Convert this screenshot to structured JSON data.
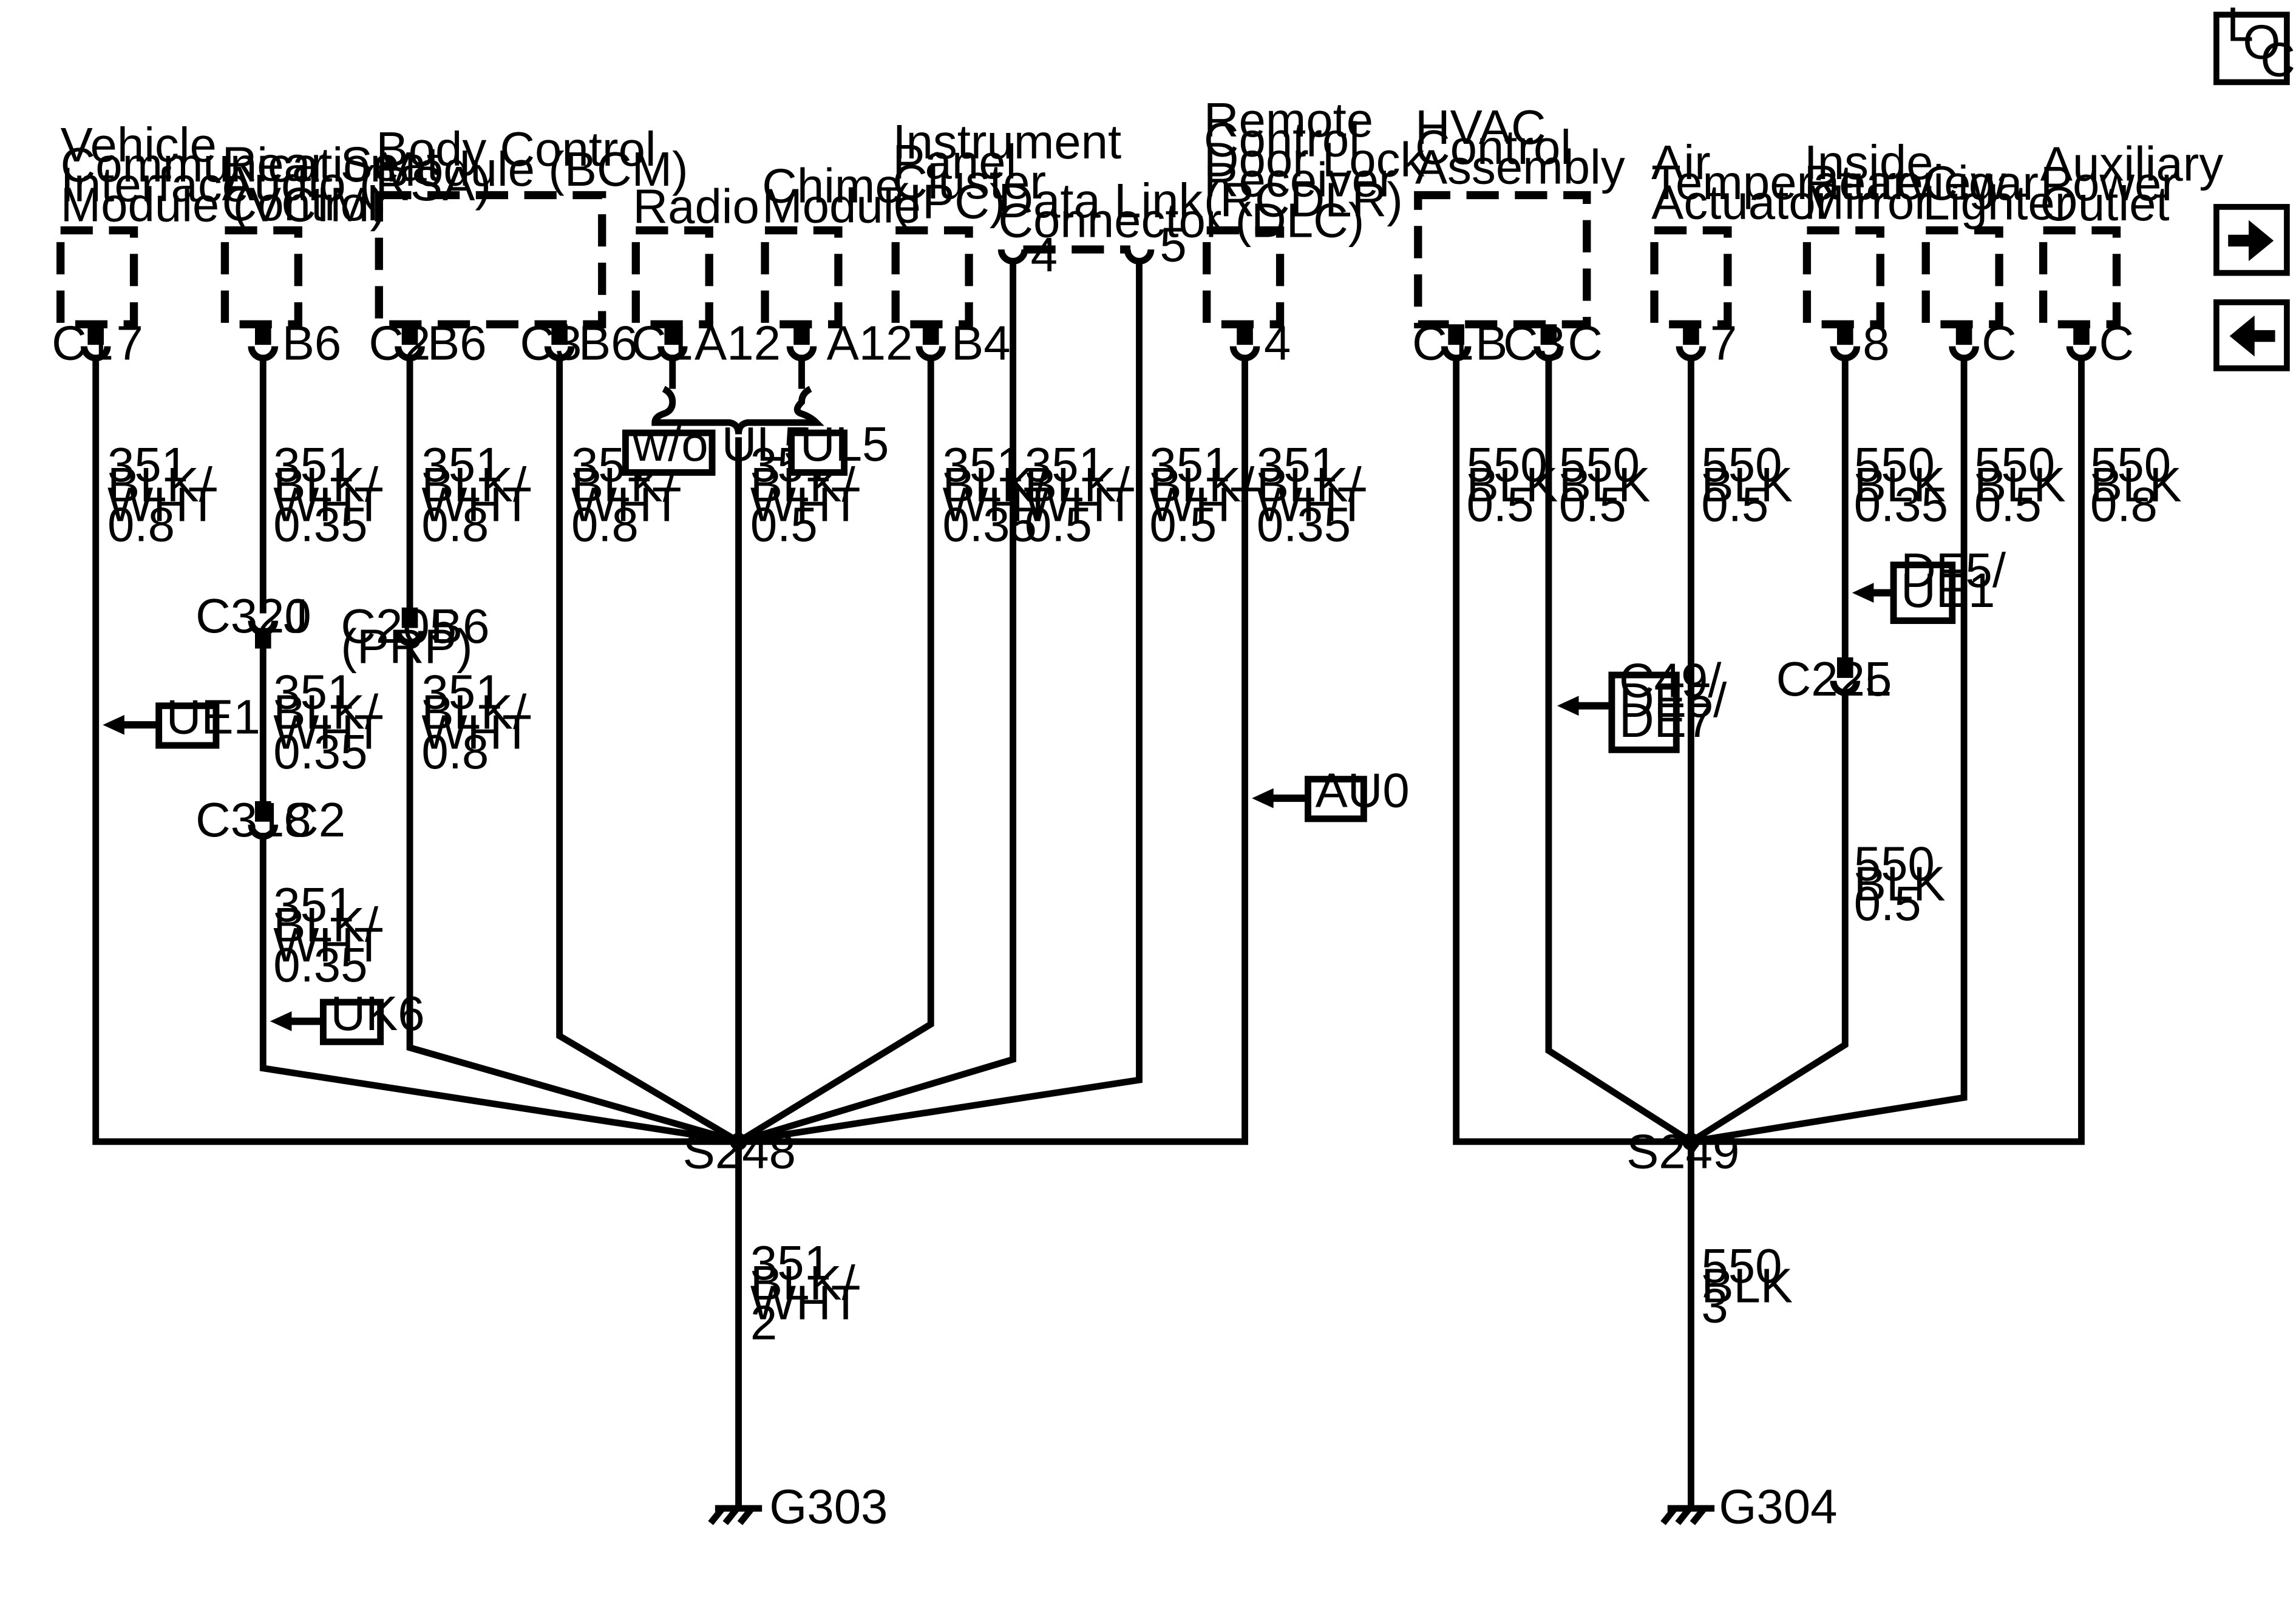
{
  "nav": {
    "loc": [
      "L",
      "O",
      "C"
    ],
    "next_icon": "arrow-right-icon",
    "prev_icon": "arrow-left-icon"
  },
  "components": {
    "vcim": [
      "Vehicle",
      "Communication",
      "Interface",
      "Module (VCIM)"
    ],
    "rsa": [
      "Rear Seat",
      "Audio (RSA)",
      "Control"
    ],
    "bcm": [
      "Body Control",
      "Module (BCM)"
    ],
    "radio": [
      "Radio"
    ],
    "chime": [
      "Chime",
      "Module"
    ],
    "ipc": [
      "Instrument",
      "Panel",
      "Cluster",
      "(IPC)"
    ],
    "dlc": [
      "Data Link",
      "Connector (DLC)"
    ],
    "rcdlr": [
      "Remote",
      "Control",
      "Door Lock",
      "Receiver",
      "(RCDLR)"
    ],
    "hvac": [
      "HVAC",
      "Control",
      "Assembly"
    ],
    "air_temp": [
      "Air",
      "Temperature",
      "Actuator"
    ],
    "mirror": [
      "Inside",
      "Rearview",
      "Mirror"
    ],
    "cigar": [
      "Cigar",
      "Lighter"
    ],
    "aux": [
      "Auxiliary",
      "Power",
      "Outlet"
    ]
  },
  "pins": {
    "vcim": {
      "conn": "C1",
      "pin": "7"
    },
    "rsa": {
      "pin": "B6"
    },
    "bcm_c2": {
      "conn": "C2",
      "pin": "B6"
    },
    "bcm_c3": {
      "conn": "C3",
      "pin": "B6"
    },
    "radio": {
      "conn": "C1",
      "pin": "A12"
    },
    "chime": {
      "pin": "A12"
    },
    "ipc": {
      "pin": "B4"
    },
    "dlc_a": {
      "pin": "4"
    },
    "dlc_b": {
      "pin": "5"
    },
    "rcdlr": {
      "pin": "4"
    },
    "hvac_c1": {
      "conn": "C1",
      "pin": "B"
    },
    "hvac_c3": {
      "conn": "C3",
      "pin": "C"
    },
    "air_temp": {
      "pin": "7"
    },
    "mirror": {
      "pin": "8"
    },
    "cigar": {
      "pin": "C"
    },
    "aux": {
      "pin": "C"
    }
  },
  "wires": {
    "vcim": [
      "351",
      "BLK/",
      "WHT",
      "0.8"
    ],
    "rsa_top": [
      "351",
      "BLK/",
      "WHT",
      "0.35"
    ],
    "rsa_mid": [
      "351",
      "BLK/",
      "WHT",
      "0.35"
    ],
    "rsa_bot": [
      "351",
      "BLK/",
      "WHT",
      "0.35"
    ],
    "bcm_c2_top": [
      "351",
      "BLK/",
      "WHT",
      "0.8"
    ],
    "bcm_c2_bot": [
      "351",
      "BLK/",
      "WHT",
      "0.8"
    ],
    "bcm_c3": [
      "351",
      "BLK/",
      "WHT",
      "0.8"
    ],
    "radio_chime": [
      "351",
      "BLK/",
      "WHT",
      "0.5"
    ],
    "ipc": [
      "351",
      "BLK/",
      "WHT",
      "0.35"
    ],
    "dlc_a": [
      "351",
      "BLK/",
      "WHT",
      "0.5"
    ],
    "dlc_b": [
      "351",
      "BLK/",
      "WHT",
      "0.5"
    ],
    "rcdlr": [
      "351",
      "BLK/",
      "WHT",
      "0.35"
    ],
    "ground_left": [
      "351",
      "BLK/",
      "WHT",
      "2"
    ],
    "hvac_c1": [
      "550",
      "BLK",
      "0.5"
    ],
    "hvac_c3": [
      "550",
      "BLK",
      "0.5"
    ],
    "air_temp": [
      "550",
      "BLK",
      "0.5"
    ],
    "mirror_top": [
      "550",
      "BLK",
      "0.35"
    ],
    "mirror_bot": [
      "550",
      "BLK",
      "0.5"
    ],
    "cigar": [
      "550",
      "BLK",
      "0.5"
    ],
    "aux": [
      "550",
      "BLK",
      "0.8"
    ],
    "ground_right": [
      "550",
      "BLK",
      "3"
    ]
  },
  "inline_connectors": {
    "c320": {
      "name": "C320",
      "pin": "J"
    },
    "c318": {
      "name": "C318",
      "pin": "C2"
    },
    "c205": {
      "name": "C205",
      "sub": "(PRP)",
      "pin": "B6"
    },
    "c225": {
      "name": "C225",
      "pin": "L"
    }
  },
  "options": {
    "wo_ul5": "w/o UL5",
    "ul5": "UL5",
    "ue1": "UE1",
    "uk6": "UK6",
    "au0": "AU0",
    "c49": [
      "C49/",
      "DE5/",
      "DE7"
    ],
    "df5": [
      "DF5/",
      "UE1"
    ]
  },
  "splices": {
    "s248": "S248",
    "s249": "S249"
  },
  "grounds": {
    "g303": "G303",
    "g304": "G304"
  }
}
